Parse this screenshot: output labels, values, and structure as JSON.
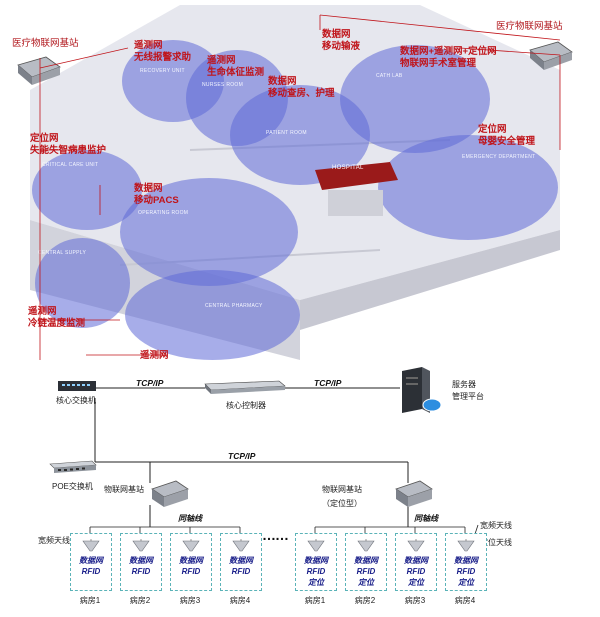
{
  "top_labels": {
    "station_left": "医疗物联网基站",
    "station_right": "医疗物联网基站",
    "recovery_1": "遥测网",
    "recovery_2": "无线报警求助",
    "nurses_1": "遥测网",
    "nurses_2": "生命体征监测",
    "infusion_1": "数据网",
    "infusion_2": "移动输液",
    "patient_1": "数据网",
    "patient_2": "移动查房、护理",
    "cath_1": "数据网+遥测网+定位网",
    "cath_2": "物联网手术室管理",
    "critical_1": "定位网",
    "critical_2": "失能失智病患监护",
    "emergency_1": "定位网",
    "emergency_2": "母婴安全管理",
    "operating_1": "数据网",
    "operating_2": "移动PACS",
    "cold_1": "遥测网",
    "cold_2": "冷链温度监测",
    "pharmacy_1": "遥测网"
  },
  "room_names": {
    "recovery": "RECOVERY UNIT",
    "nurses": "NURSES ROOM",
    "cath": "CATH LAB",
    "patient": "PATIENT ROOM",
    "critical": "CRITICAL CARE UNIT",
    "emergency": "EMERGENCY DEPARTMENT",
    "operating": "OPERATING ROOM",
    "central_supply": "CENTRAL SUPPLY",
    "pharmacy": "CENTRAL PHARMACY",
    "hospital_sign": "HOSPITAL"
  },
  "network": {
    "core_switch": "核心交换机",
    "core_controller": "核心控制器",
    "server_1": "服务器",
    "server_2": "管理平台",
    "tcp_1": "TCP/IP",
    "tcp_2": "TCP/IP",
    "tcp_3": "TCP/IP",
    "poe_switch": "POE交换机",
    "base_station_left": "物联网基站",
    "base_station_right_1": "物联网基站",
    "base_station_right_2": "（定位型）",
    "coax_left": "同轴线",
    "coax_right": "同轴线",
    "broadband_antenna_left": "宽频天线",
    "broadband_antenna_right": "宽频天线",
    "positioning_antenna": "定位天线",
    "ellipsis": "……",
    "left_rooms": [
      {
        "l1": "数据网",
        "l2": "RFID",
        "ward": "病房1"
      },
      {
        "l1": "数据网",
        "l2": "RFID",
        "ward": "病房2"
      },
      {
        "l1": "数据网",
        "l2": "RFID",
        "ward": "病房3"
      },
      {
        "l1": "数据网",
        "l2": "RFID",
        "ward": "病房4"
      }
    ],
    "right_rooms": [
      {
        "l1": "数据网",
        "l2": "RFID",
        "l3": "定位",
        "ward": "病房1"
      },
      {
        "l1": "数据网",
        "l2": "RFID",
        "l3": "定位",
        "ward": "病房2"
      },
      {
        "l1": "数据网",
        "l2": "RFID",
        "l3": "定位",
        "ward": "病房3"
      },
      {
        "l1": "数据网",
        "l2": "RFID",
        "l3": "定位",
        "ward": "病房4"
      }
    ]
  }
}
